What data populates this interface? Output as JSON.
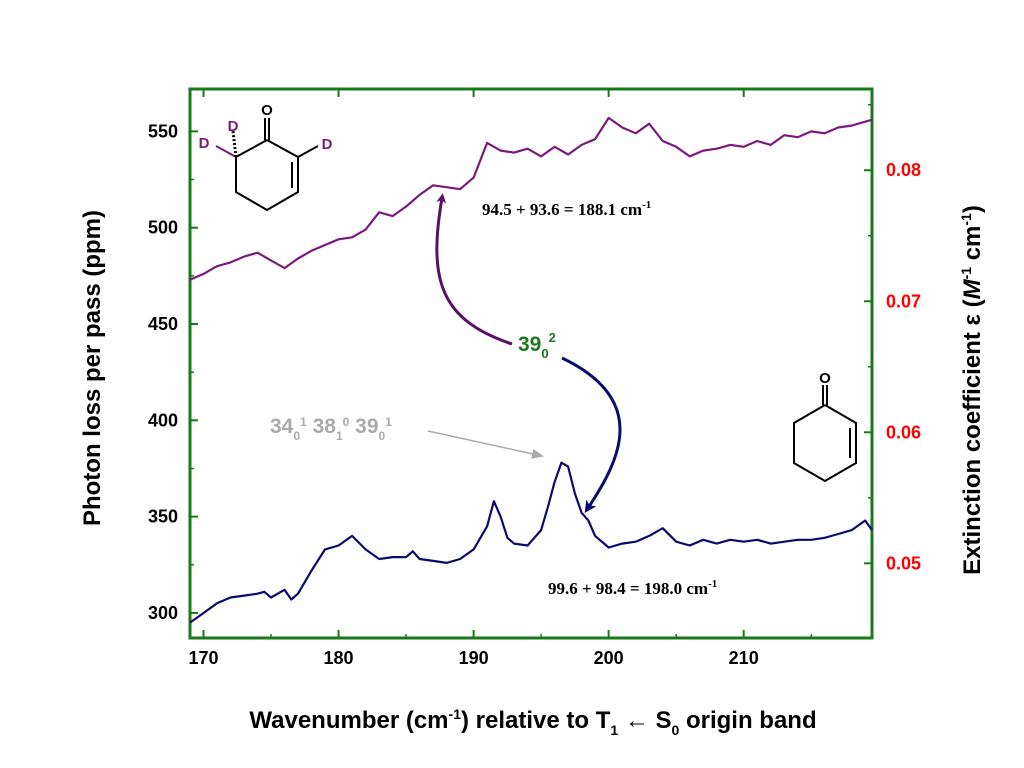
{
  "chart_data": {
    "type": "line",
    "xlabel": {
      "pre": "Wavenumber (cm",
      "sup": "-1",
      "mid": ") relative to T",
      "sub1": "1",
      "arrow": " ← S",
      "sub2": "0",
      "post": " origin band"
    },
    "ylabel": "Photon loss per pass (ppm)",
    "y2label": {
      "pre": "Extinction coefficient ε (",
      "M": "M",
      "sup1": "-1",
      "mid": " cm",
      "sup2": "-1",
      "post": ")"
    },
    "xlim": [
      169,
      219.5
    ],
    "ylim": [
      287,
      572
    ],
    "y2lim": [
      0.0443,
      0.0862
    ],
    "x_ticks": [
      170,
      180,
      190,
      200,
      210
    ],
    "y_ticks": [
      300,
      350,
      400,
      450,
      500,
      550
    ],
    "y2_ticks": [
      "0.05",
      "0.06",
      "0.07",
      "0.08"
    ],
    "colors": {
      "frame": "#1a7a1a",
      "right_tick_labels": "#ff0000",
      "left_tick_labels": "#000000"
    },
    "series": [
      {
        "color": "#7b1a7e",
        "x": [
          169,
          170,
          171,
          172,
          173,
          174,
          175,
          176,
          177,
          178,
          179,
          180,
          181,
          182,
          183,
          184,
          185,
          186,
          187,
          188,
          189,
          190,
          191,
          192,
          193,
          194,
          195,
          196,
          197,
          198,
          199,
          200,
          201,
          202,
          203,
          204,
          205,
          206,
          207,
          208,
          209,
          210,
          211,
          212,
          213,
          214,
          215,
          216,
          217,
          218,
          219,
          219.5
        ],
        "y": [
          473,
          476,
          480,
          482,
          485,
          487,
          483,
          479,
          484,
          488,
          491,
          494,
          495,
          499,
          508,
          506,
          511,
          517,
          522,
          521,
          520,
          526,
          544,
          540,
          539,
          541,
          537,
          542,
          538,
          543,
          546,
          557,
          552,
          549,
          554,
          545,
          542,
          537,
          540,
          541,
          543,
          542,
          545,
          543,
          548,
          547,
          550,
          549,
          552,
          553,
          555,
          556
        ]
      },
      {
        "color": "#0b0b6e",
        "x": [
          169,
          170,
          171,
          172,
          173,
          174,
          174.5,
          175,
          176,
          176.5,
          177,
          178,
          179,
          180,
          181,
          182,
          183,
          184,
          185,
          185.5,
          186,
          187,
          188,
          189,
          190,
          191,
          191.5,
          192,
          192.5,
          193,
          194,
          195,
          195.5,
          196,
          196.5,
          197,
          197.5,
          198,
          198.5,
          199,
          200,
          201,
          202,
          203,
          204,
          205,
          206,
          207,
          208,
          209,
          210,
          211,
          212,
          213,
          214,
          215,
          216,
          217,
          218,
          219,
          219.5
        ],
        "y": [
          295,
          300,
          305,
          308,
          309,
          310,
          311,
          308,
          312,
          307,
          310,
          322,
          333,
          335,
          340,
          333,
          328,
          329,
          329,
          332,
          328,
          327,
          326,
          328,
          333,
          345,
          358,
          350,
          339,
          336,
          335,
          343,
          355,
          368,
          378,
          376,
          362,
          352,
          348,
          340,
          334,
          336,
          337,
          340,
          344,
          337,
          335,
          338,
          336,
          338,
          337,
          338,
          336,
          337,
          338,
          338,
          339,
          341,
          343,
          348,
          343
        ]
      }
    ],
    "annotations": {
      "top_sum": {
        "text": "94.5 + 93.6 = 188.1  cm",
        "sup": "-1"
      },
      "bottom_sum": {
        "text": "99.6 + 98.4 = 198.0 cm",
        "sup": "-1"
      },
      "green_label": {
        "base": "39",
        "sub": "0",
        "sup": "2",
        "color": "#1a7a1a"
      },
      "gray_label": {
        "a": "34",
        "a_sub": "0",
        "a_sup": "1",
        "b": " 38",
        "b_sub": "1",
        "b_sup": "0",
        "c": " 39",
        "c_sub": "0",
        "c_sup": "1",
        "color": "#aaaaaa"
      }
    },
    "molecules": {
      "top": {
        "oxygen": "O",
        "d1": "D",
        "d2": "D",
        "d3": "D",
        "label_color": "#7b1a7e"
      },
      "bottom": {
        "oxygen": "O"
      }
    }
  }
}
